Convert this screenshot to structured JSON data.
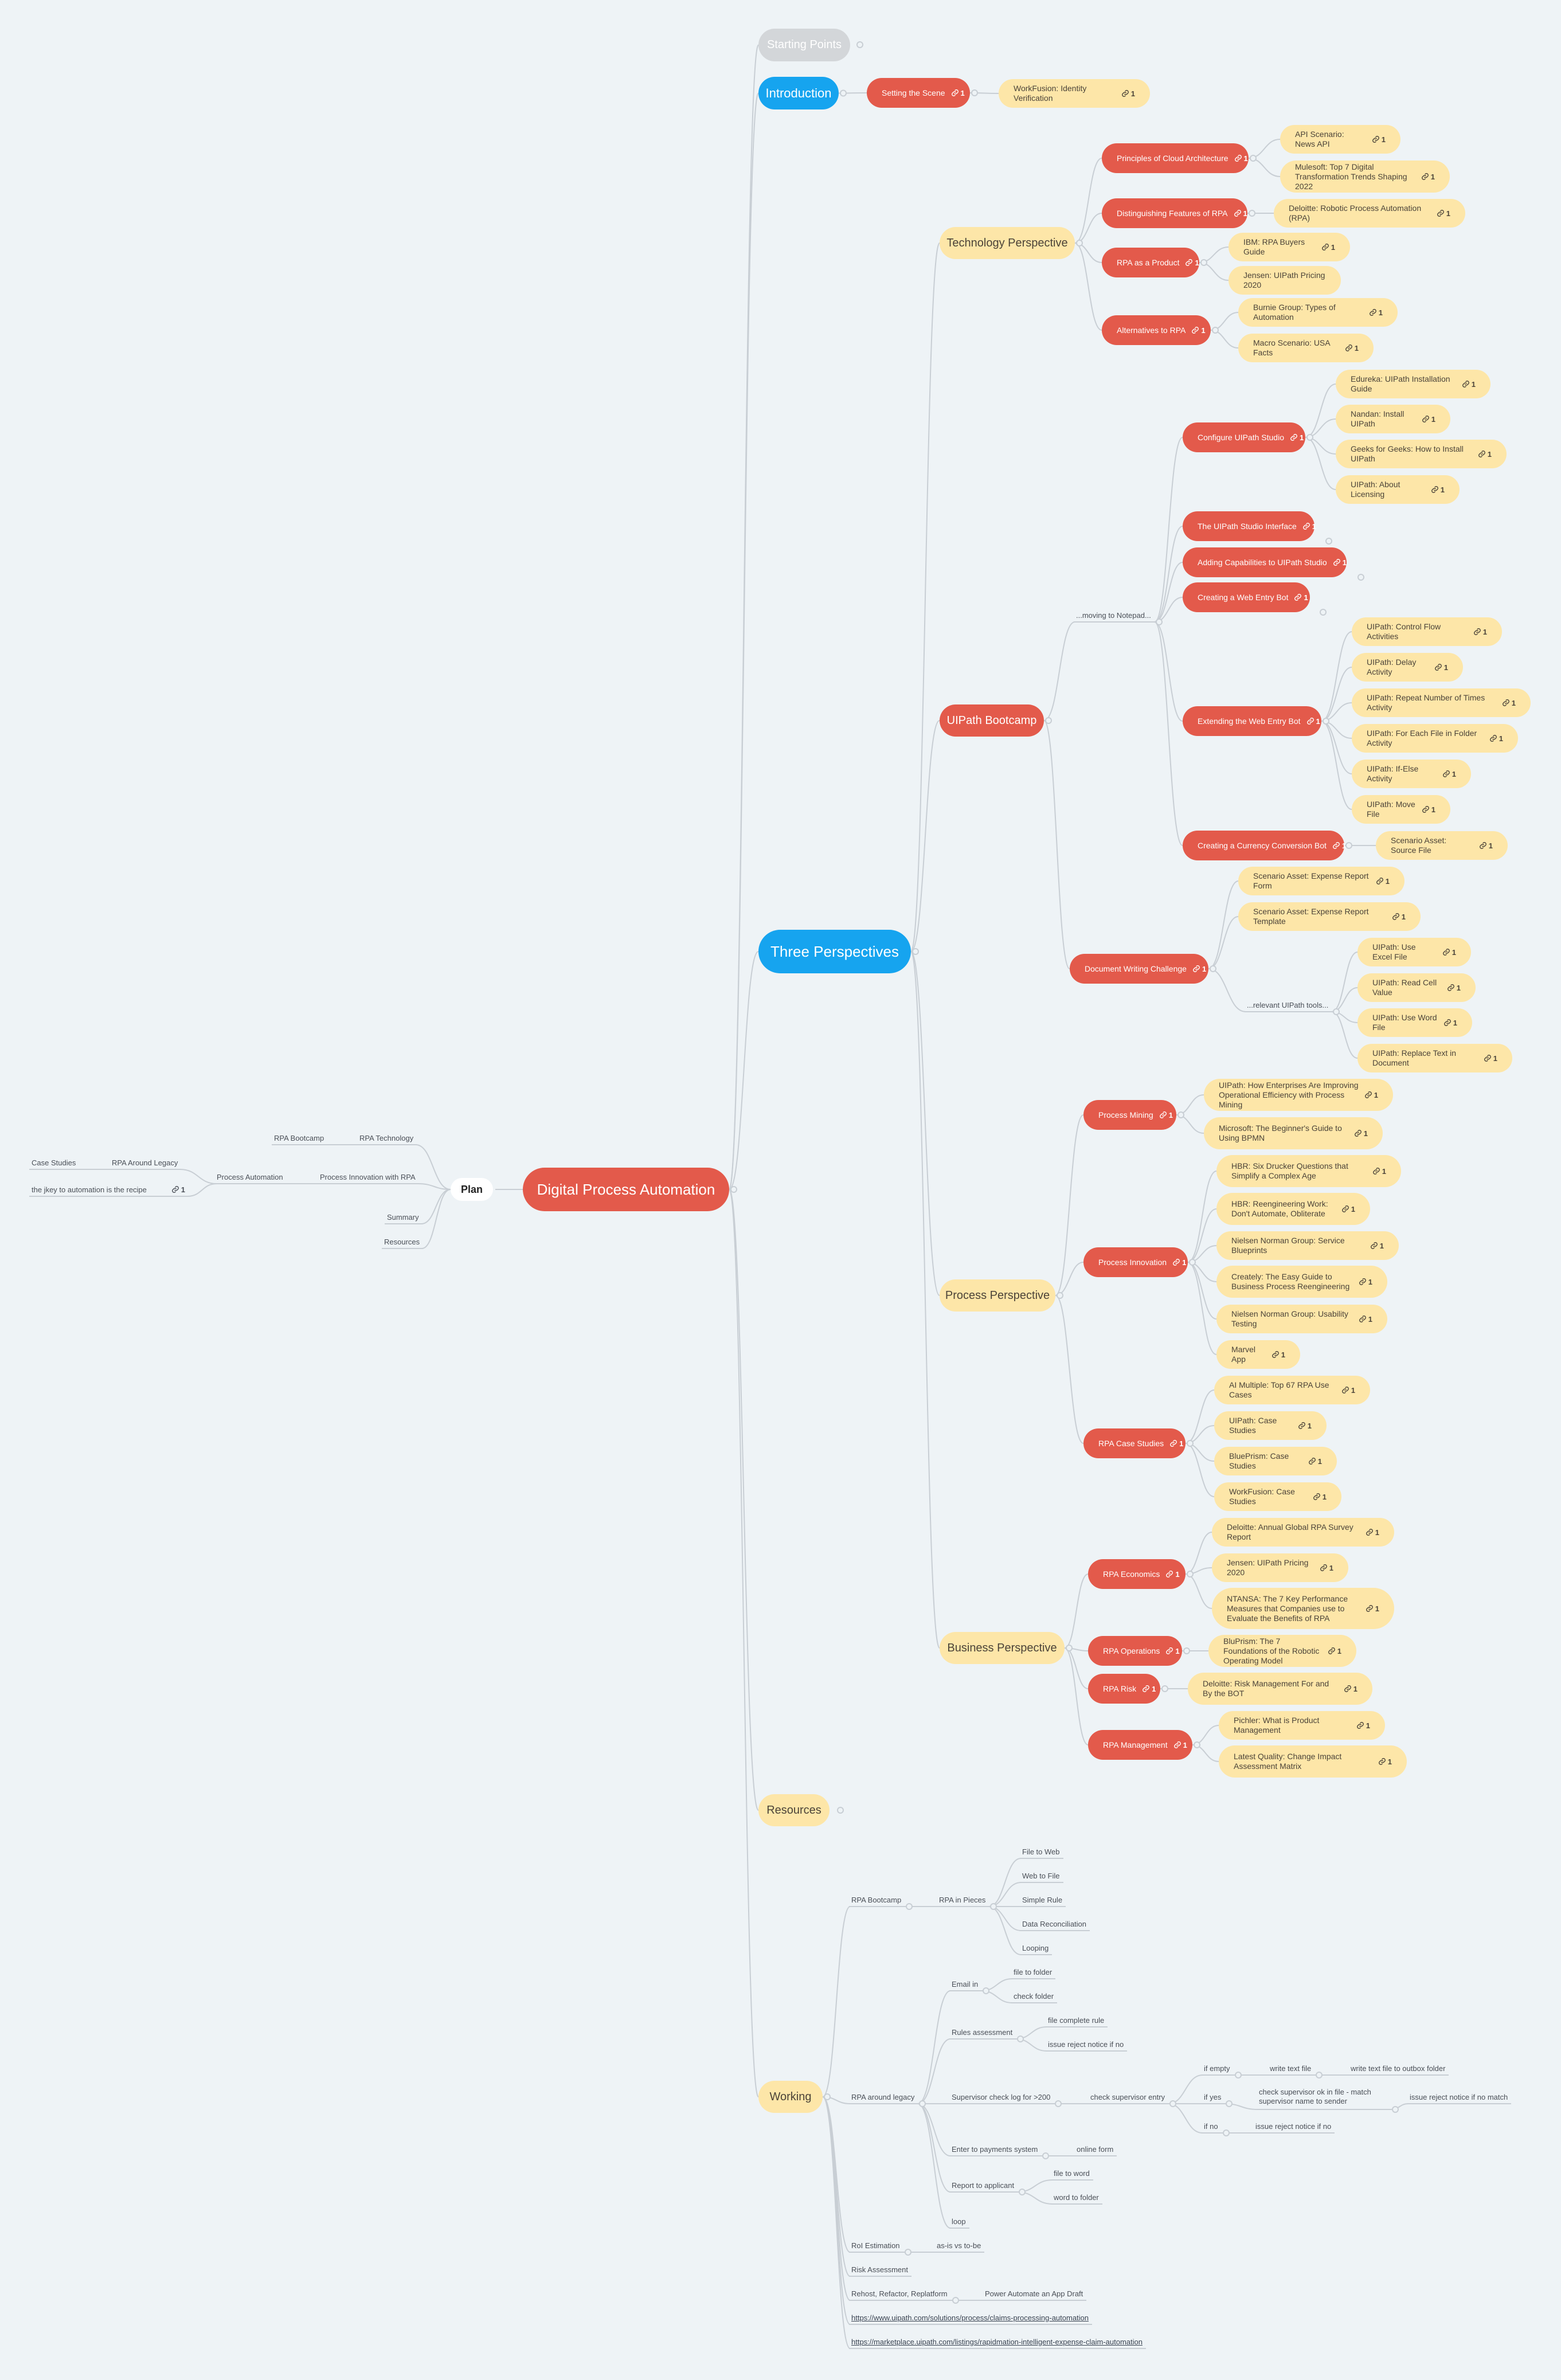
{
  "root": "Digital Process Automation",
  "left_branch": {
    "plan": "Plan",
    "rpa_technology": "RPA Technology",
    "rpa_bootcamp": "RPA Bootcamp",
    "process_innovation_with_rpa": "Process Innovation with RPA",
    "process_automation": "Process Automation",
    "rpa_around_legacy": "RPA Around Legacy",
    "case_studies": "Case Studies",
    "jkey": "the jkey to automation is the recipe",
    "jkey_count": "1",
    "summary": "Summary",
    "resources": "Resources"
  },
  "starting_points": "Starting Points",
  "introduction": {
    "label": "Introduction",
    "setting_the_scene": "Setting the Scene",
    "setting_the_scene_count": "1",
    "workfusion": "WorkFusion: Identity Verification",
    "workfusion_count": "1"
  },
  "three_perspectives": "Three Perspectives",
  "technology": {
    "label": "Technology Perspective",
    "principles": "Principles of Cloud Architecture",
    "principles_count": "1",
    "api_scenario": "API Scenario: News API",
    "api_scenario_count": "1",
    "mulesoft": "Mulesoft: Top 7 Digital Transformation Trends Shaping 2022",
    "mulesoft_count": "1",
    "distinguishing": "Distinguishing Features of RPA",
    "distinguishing_count": "1",
    "deloitte_rpa": "Deloitte: Robotic Process Automation (RPA)",
    "deloitte_rpa_count": "1",
    "rpa_product": "RPA as a Product",
    "rpa_product_count": "1",
    "ibm": "IBM: RPA Buyers Guide",
    "ibm_count": "1",
    "jensen": "Jensen: UIPath Pricing 2020",
    "alternatives": "Alternatives to RPA",
    "alternatives_count": "1",
    "burnie": "Burnie Group: Types of Automation",
    "burnie_count": "1",
    "macro": "Macro Scenario: USA Facts",
    "macro_count": "1"
  },
  "uipath": {
    "label": "UIPath Bootcamp",
    "moving": "...moving to Notepad...",
    "configure": "Configure UIPath Studio",
    "configure_count": "1",
    "edureka": "Edureka: UIPath Installation Guide",
    "edureka_count": "1",
    "nandan": "Nandan: Install UIPath",
    "nandan_count": "1",
    "geeks": "Geeks for Geeks: How to Install UIPath",
    "geeks_count": "1",
    "licensing": "UIPath: About Licensing",
    "licensing_count": "1",
    "interface": "The UIPath Studio Interface",
    "interface_count": "1",
    "adding": "Adding Capabilities to UIPath Studio",
    "adding_count": "1",
    "creating_web": "Creating a Web Entry Bot",
    "creating_web_count": "1",
    "extending": "Extending the Web Entry Bot",
    "extending_count": "1",
    "control_flow": "UIPath: Control Flow Activities",
    "control_flow_count": "1",
    "delay": "UIPath: Delay Activity",
    "delay_count": "1",
    "repeat": "UIPath: Repeat Number of Times Activity",
    "repeat_count": "1",
    "foreach": "UIPath: For Each File in Folder Activity",
    "foreach_count": "1",
    "ifelse": "UIPath: If-Else Activity",
    "ifelse_count": "1",
    "move": "UIPath: Move File",
    "move_count": "1",
    "currency": "Creating a Currency Conversion Bot",
    "currency_count": "1",
    "source_file": "Scenario Asset: Source File",
    "source_file_count": "1",
    "document_challenge": "Document Writing Challenge",
    "document_challenge_count": "1",
    "expense_form": "Scenario Asset: Expense Report Form",
    "expense_form_count": "1",
    "expense_template": "Scenario Asset: Expense Report Template",
    "expense_template_count": "1",
    "relevant": "...relevant UIPath tools...",
    "excel": "UIPath: Use Excel File",
    "excel_count": "1",
    "read_cell": "UIPath: Read Cell Value",
    "read_cell_count": "1",
    "word": "UIPath: Use Word File",
    "word_count": "1",
    "replace_text": "UIPath: Replace Text in Document",
    "replace_text_count": "1"
  },
  "process": {
    "label": "Process Perspective",
    "mining": "Process Mining",
    "mining_count": "1",
    "uipath_mining": "UIPath: How Enterprises Are Improving Operational Efficiency with Process Mining",
    "uipath_mining_count": "1",
    "microsoft": "Microsoft: The Beginner's Guide to Using BPMN",
    "microsoft_count": "1",
    "innovation": "Process Innovation",
    "innovation_count": "1",
    "hbr1": "HBR: Six Drucker Questions that Simplify a Complex Age",
    "hbr1_count": "1",
    "hbr2": "HBR: Reengineering Work: Don't Automate, Obliterate",
    "hbr2_count": "1",
    "nielsen1": "Nielsen Norman Group: Service Blueprints",
    "nielsen1_count": "1",
    "creately": "Creately: The Easy Guide to Business Process Reengineering",
    "creately_count": "1",
    "nielsen2": "Nielsen Norman Group: Usability Testing",
    "nielsen2_count": "1",
    "marvel": "Marvel App",
    "marvel_count": "1",
    "case_studies": "RPA Case Studies",
    "case_studies_count": "1",
    "aimultiple": "AI Multiple: Top 67 RPA Use Cases",
    "aimultiple_count": "1",
    "uipath_cases": "UIPath: Case Studies",
    "uipath_cases_count": "1",
    "blueprism_cases": "BluePrism: Case Studies",
    "blueprism_cases_count": "1",
    "workfusion_cases": "WorkFusion: Case Studies",
    "workfusion_cases_count": "1"
  },
  "business": {
    "label": "Business Perspective",
    "economics": "RPA Economics",
    "economics_count": "1",
    "deloitte_survey": "Deloitte: Annual Global RPA Survey Report",
    "deloitte_survey_count": "1",
    "jensen2": "Jensen: UIPath Pricing 2020",
    "jensen2_count": "1",
    "ntansa": "NTANSA: The 7 Key Performance Measures that Companies use to Evaluate the Benefits of RPA",
    "ntansa_count": "1",
    "operations": "RPA Operations",
    "operations_count": "1",
    "blueprism_found": "BluPrism: The 7 Foundations of the Robotic Operating Model",
    "blueprism_found_count": "1",
    "risk": "RPA Risk",
    "risk_count": "1",
    "deloitte_risk": "Deloitte: Risk Management For and By the BOT",
    "deloitte_risk_count": "1",
    "management": "RPA Management",
    "management_count": "1",
    "pichler": "Pichler: What is Product Management",
    "pichler_count": "1",
    "latest": "Latest Quality: Change Impact Assessment Matrix",
    "latest_count": "1"
  },
  "resources": "Resources",
  "working": {
    "label": "Working",
    "rpa_bootcamp": "RPA Bootcamp",
    "rpa_in_pieces": "RPA in Pieces",
    "file_to_web": "File to Web",
    "web_to_file": "Web to File",
    "simple_rule": "Simple Rule",
    "data_recon": "Data Reconciliation",
    "looping": "Looping",
    "rpa_around_legacy": "RPA around legacy",
    "email_in": "Email in",
    "file_to_folder": "file to folder",
    "check_folder": "check folder",
    "rules_assessment": "Rules assessment",
    "file_complete_rule": "file complete rule",
    "issue_reject": "issue reject notice if no",
    "supervisor_check": "Supervisor check log for >200",
    "check_supervisor": "check supervisor entry",
    "if_empty": "if empty",
    "write_text_file": "write text file",
    "write_outbox": "write text file to outbox folder",
    "if_yes": "if yes",
    "check_supervisor_ok": "check supervisor ok in file - match supervisor name to sender",
    "issue_reject_no_match": "issue reject notice if no match",
    "if_no": "if no",
    "issue_reject_if_no": "issue reject notice if no",
    "enter_payments": "Enter to payments system",
    "online_form": "online form",
    "report_applicant": "Report to applicant",
    "file_to_word": "file to word",
    "word_to_folder": "word to folder",
    "loop": "loop",
    "roi": "RoI Estimation",
    "as_is": "as-is vs to-be",
    "risk_assessment": "Risk Assessment",
    "rehost": "Rehost, Refactor, Replatform",
    "power_automate": "Power Automate an App Draft",
    "url1": "https://www.uipath.com/solutions/process/claims-processing-automation",
    "url2": "https://marketplace.uipath.com/listings/rapidmation-intelligent-expense-claim-automation"
  }
}
